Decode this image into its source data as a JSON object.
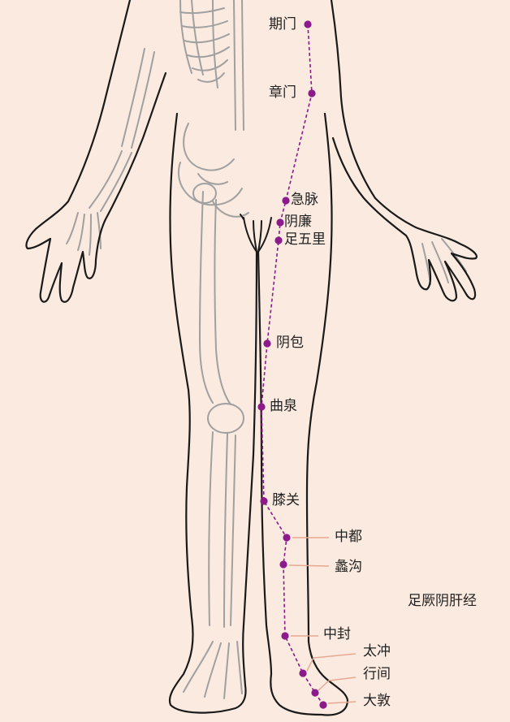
{
  "title": "足厥阴肝经",
  "colors": {
    "background": "#FAEADF",
    "body_outline": "#1a1a1a",
    "bone": "#9a9a9a",
    "meridian": "#8B1A8B",
    "leader": "#E8A890"
  },
  "acupoints": [
    {
      "id": "qimen",
      "label": "期门"
    },
    {
      "id": "zhangmen",
      "label": "章门"
    },
    {
      "id": "jimai",
      "label": "急脉"
    },
    {
      "id": "yinlian",
      "label": "阴廉"
    },
    {
      "id": "zuwuli",
      "label": "足五里"
    },
    {
      "id": "yinbao",
      "label": "阴包"
    },
    {
      "id": "ququan",
      "label": "曲泉"
    },
    {
      "id": "xiguan",
      "label": "膝关"
    },
    {
      "id": "zhongdu",
      "label": "中都"
    },
    {
      "id": "ligou",
      "label": "蠡沟"
    },
    {
      "id": "zhongfeng",
      "label": "中封"
    },
    {
      "id": "taichong",
      "label": "太冲"
    },
    {
      "id": "xingjian",
      "label": "行间"
    },
    {
      "id": "dadun",
      "label": "大敦"
    }
  ]
}
